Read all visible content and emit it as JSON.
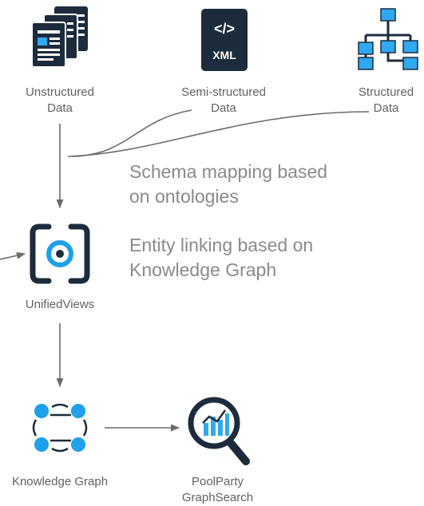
{
  "sources": {
    "unstructured": {
      "line1": "Unstructured",
      "line2": "Data",
      "icon": "document-stack-icon"
    },
    "semi_structured": {
      "line1": "Semi-structured",
      "line2": "Data",
      "icon": "xml-file-icon",
      "icon_text": "XML",
      "icon_code": "</>"
    },
    "structured": {
      "line1": "Structured",
      "line2": "Data",
      "icon": "hierarchy-icon"
    }
  },
  "annotations": {
    "schema_mapping": {
      "line1": "Schema mapping based",
      "line2": "on ontologies"
    },
    "entity_linking": {
      "line1": "Entity linking based on",
      "line2": "Knowledge Graph"
    }
  },
  "nodes": {
    "unifiedviews": {
      "label": "UnifiedViews",
      "icon": "unifiedviews-logo-icon"
    },
    "knowledge_graph": {
      "label": "Knowledge Graph",
      "icon": "graph-cycle-icon"
    },
    "graphsearch": {
      "line1": "PoolParty",
      "line2": "GraphSearch",
      "icon": "magnifier-chart-icon"
    }
  },
  "colors": {
    "navy": "#1d2c3d",
    "blue": "#1ea0eb",
    "light_blue": "#2fa9f1",
    "text": "#616161",
    "annotation_text": "#8a8a8a",
    "line": "#6b6b6b"
  }
}
